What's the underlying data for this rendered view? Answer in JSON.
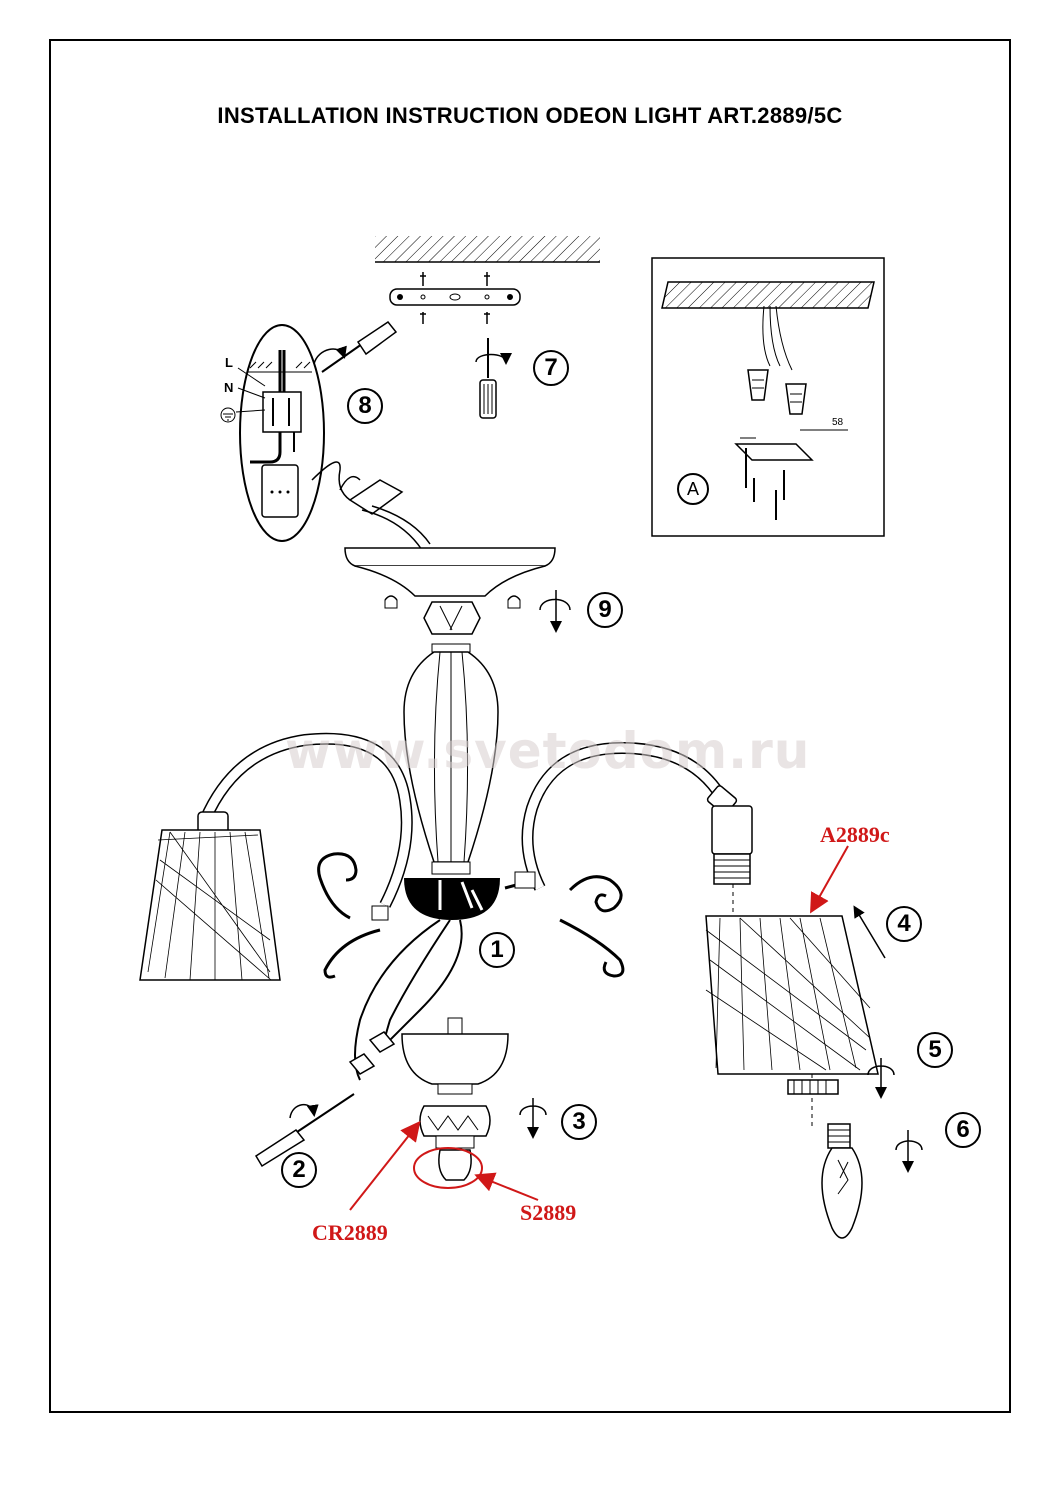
{
  "title": "INSTALLATION INSTRUCTION ODEON LIGHT ART.2889/5C",
  "watermark": "www.svetodom.ru",
  "steps": [
    {
      "label": "1"
    },
    {
      "label": "2"
    },
    {
      "label": "3"
    },
    {
      "label": "4"
    },
    {
      "label": "5"
    },
    {
      "label": "6"
    },
    {
      "label": "7"
    },
    {
      "label": "8"
    },
    {
      "label": "9"
    }
  ],
  "inset": {
    "label": "A",
    "dimension": "58"
  },
  "wiring": {
    "live": "L",
    "neutral": "N"
  },
  "parts": {
    "shade": "A2889c",
    "crystal": "CR2889",
    "finial": "S2889"
  },
  "colors": {
    "line": "#000000",
    "callout": "#d01818",
    "watermark": "#d8cfcf"
  }
}
